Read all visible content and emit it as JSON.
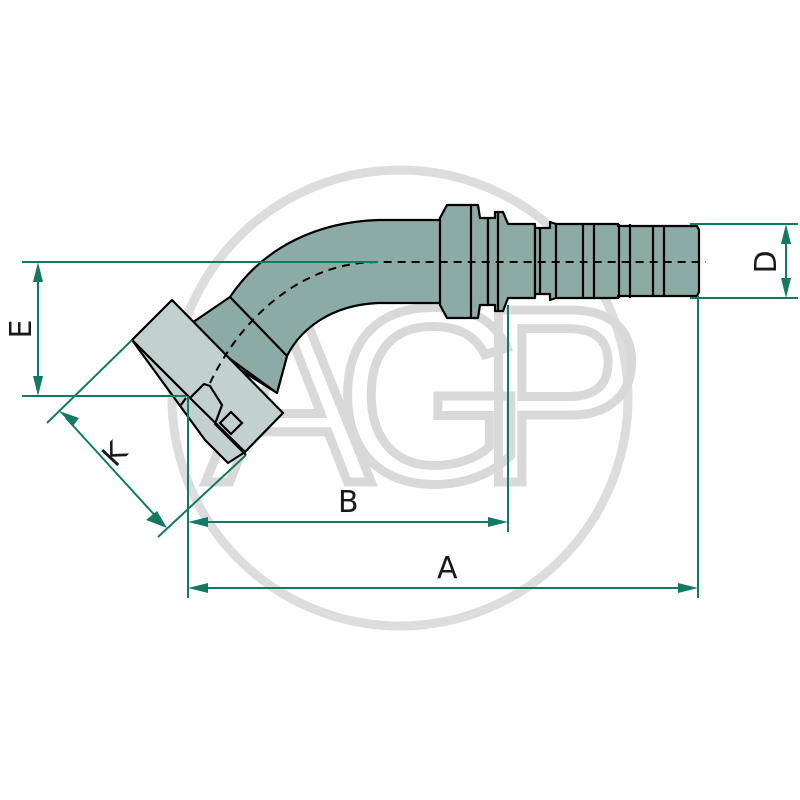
{
  "figure": {
    "type": "technical-drawing",
    "subject": "45° hose fitting with flange/nut end",
    "colors": {
      "body_fill": "#8caaa6",
      "nut_fill": "#c2d1ce",
      "outline": "#000000",
      "dimension_lines": "#127a62",
      "watermark": "#d9d9d9"
    }
  },
  "watermark": {
    "text_a": "A",
    "text_g": "G",
    "text_p": "P"
  },
  "dimensions": {
    "a": {
      "label": "A"
    },
    "b": {
      "label": "B"
    },
    "d": {
      "label": "D"
    },
    "e": {
      "label": "E"
    },
    "k": {
      "label": "K"
    }
  }
}
